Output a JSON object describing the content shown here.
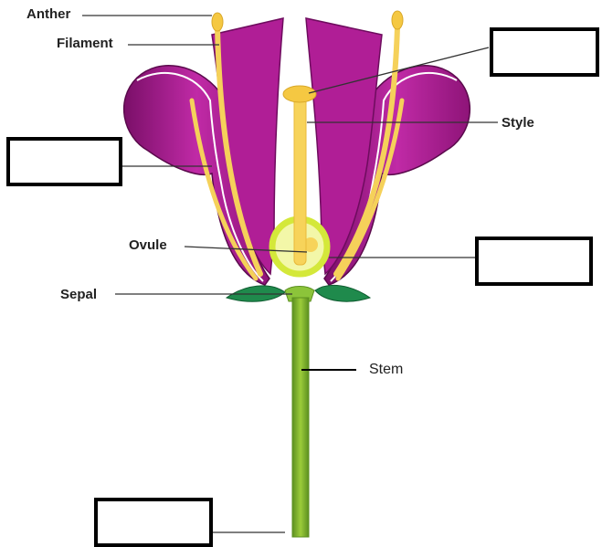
{
  "labels": {
    "anther": "Anther",
    "filament": "Filament",
    "style": "Style",
    "ovule": "Ovule",
    "sepal": "Sepal",
    "stem": "Stem"
  },
  "blank_boxes": [
    {
      "id": "stigma-blank",
      "text": ""
    },
    {
      "id": "petal-blank",
      "text": ""
    },
    {
      "id": "ovary-blank",
      "text": ""
    },
    {
      "id": "receptacle-blank",
      "text": ""
    }
  ],
  "colors": {
    "petal": "#a8188f",
    "petal_light": "#d35cc0",
    "petal_dark": "#6e0c5e",
    "stamen": "#f7d35a",
    "stamen_edge": "#e8b83a",
    "ovary_ring": "#d8ec3a",
    "sepal": "#1f8a4c",
    "stem": "#7cb82a",
    "stem_edge": "#5c9020",
    "line": "#333333"
  }
}
